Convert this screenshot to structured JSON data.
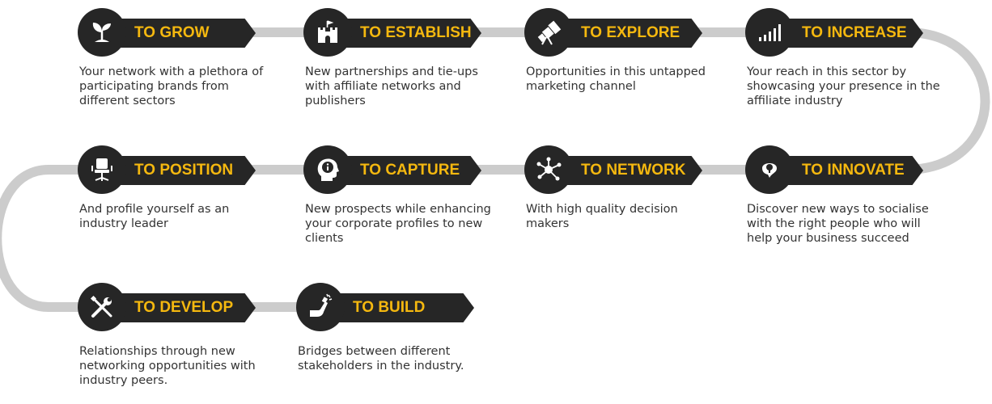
{
  "colors": {
    "accent": "#f5b80f",
    "dark": "#262626",
    "track": "#cccccc",
    "text": "#333333"
  },
  "steps": [
    {
      "title": "TO GROW",
      "icon": "sprout-icon",
      "desc": "Your network with a plethora of participating brands from different sectors"
    },
    {
      "title": "TO ESTABLISH",
      "icon": "castle-icon",
      "desc": "New partnerships and tie-ups with affiliate networks and publishers"
    },
    {
      "title": "TO EXPLORE",
      "icon": "telescope-icon",
      "desc": "Opportunities in this untapped marketing channel"
    },
    {
      "title": "TO INCREASE",
      "icon": "signal-bars-icon",
      "desc": "Your reach in this sector by showcasing your presence in the affiliate industry"
    },
    {
      "title": "TO POSITION",
      "icon": "office-chair-icon",
      "desc": " And profile yourself as an industry leader"
    },
    {
      "title": "TO CAPTURE",
      "icon": "head-info-icon",
      "desc": "New prospects while enhancing your corporate profiles to new clients"
    },
    {
      "title": "TO NETWORK",
      "icon": "network-nodes-icon",
      "desc": "With high quality decision makers"
    },
    {
      "title": "TO INNOVATE",
      "icon": "lightbulb-icon",
      "desc": "Discover new ways to socialise with the right people who will help your business succeed"
    },
    {
      "title": "TO DEVELOP",
      "icon": "wrench-screwdriver-icon",
      "desc": "Relationships through new networking opportunities with industry peers."
    },
    {
      "title": "TO BUILD",
      "icon": "hand-hammer-icon",
      "desc": "Bridges between different stakeholders in the industry."
    }
  ]
}
